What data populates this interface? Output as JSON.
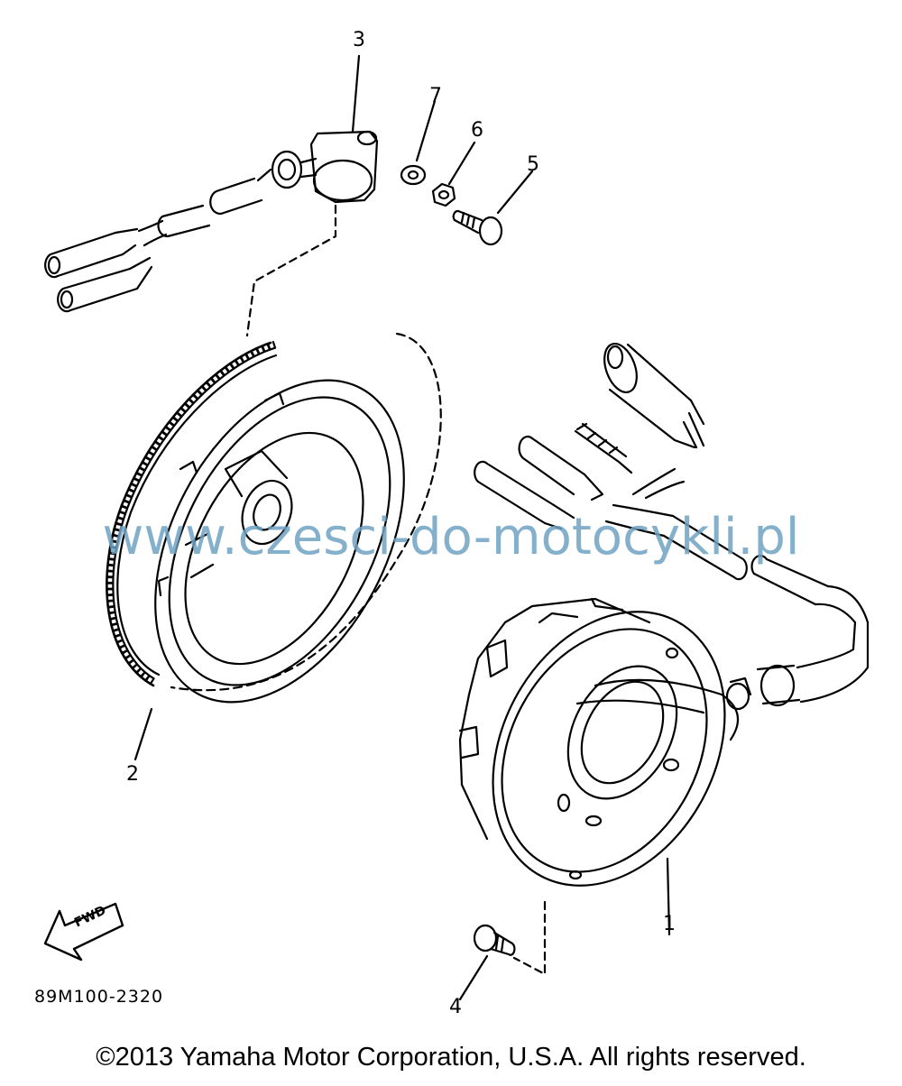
{
  "callouts": {
    "part1": "1",
    "part2": "2",
    "part3": "3",
    "part4": "4",
    "part5": "5",
    "part6": "6",
    "part7": "7"
  },
  "fwd_label": "FWD",
  "drawing_code": "89M100-2320",
  "watermark": "www.czesci-do-motocykli.pl",
  "copyright": "©2013 Yamaha Motor Corporation, U.S.A. All rights reserved."
}
